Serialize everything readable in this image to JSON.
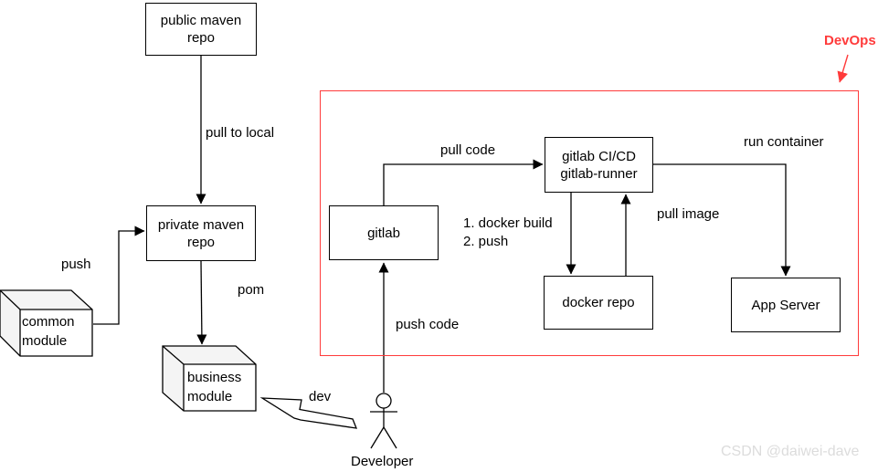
{
  "diagram": {
    "annotation": {
      "devops_label": "DevOps"
    },
    "nodes": {
      "public_maven_repo": {
        "label": "public maven\nrepo"
      },
      "private_maven_repo": {
        "label": "private maven\nrepo"
      },
      "gitlab": {
        "label": "gitlab"
      },
      "gitlab_cicd": {
        "label": "gitlab CI/CD\ngitlab-runner"
      },
      "docker_repo": {
        "label": "docker repo"
      },
      "app_server": {
        "label": "App Server"
      },
      "common_module": {
        "label": "common\nmodule"
      },
      "business_module": {
        "label": "business\nmodule"
      }
    },
    "edge_labels": {
      "pull_to_local": "pull to local",
      "push": "push",
      "pom": "pom",
      "pull_code": "pull code",
      "run_container": "run container",
      "docker_build_steps": "1. docker build\n2. push",
      "pull_image": "pull image",
      "push_code": "push code",
      "dev": "dev"
    },
    "actor": {
      "label": "Developer"
    },
    "watermark": {
      "label": "CSDN @daiwei-dave"
    },
    "colors": {
      "annotation_red": "#ff3b3b",
      "stroke_black": "#000000",
      "cube_shade": "#f4f4f4",
      "watermark_gray": "#dcdcdc"
    }
  }
}
